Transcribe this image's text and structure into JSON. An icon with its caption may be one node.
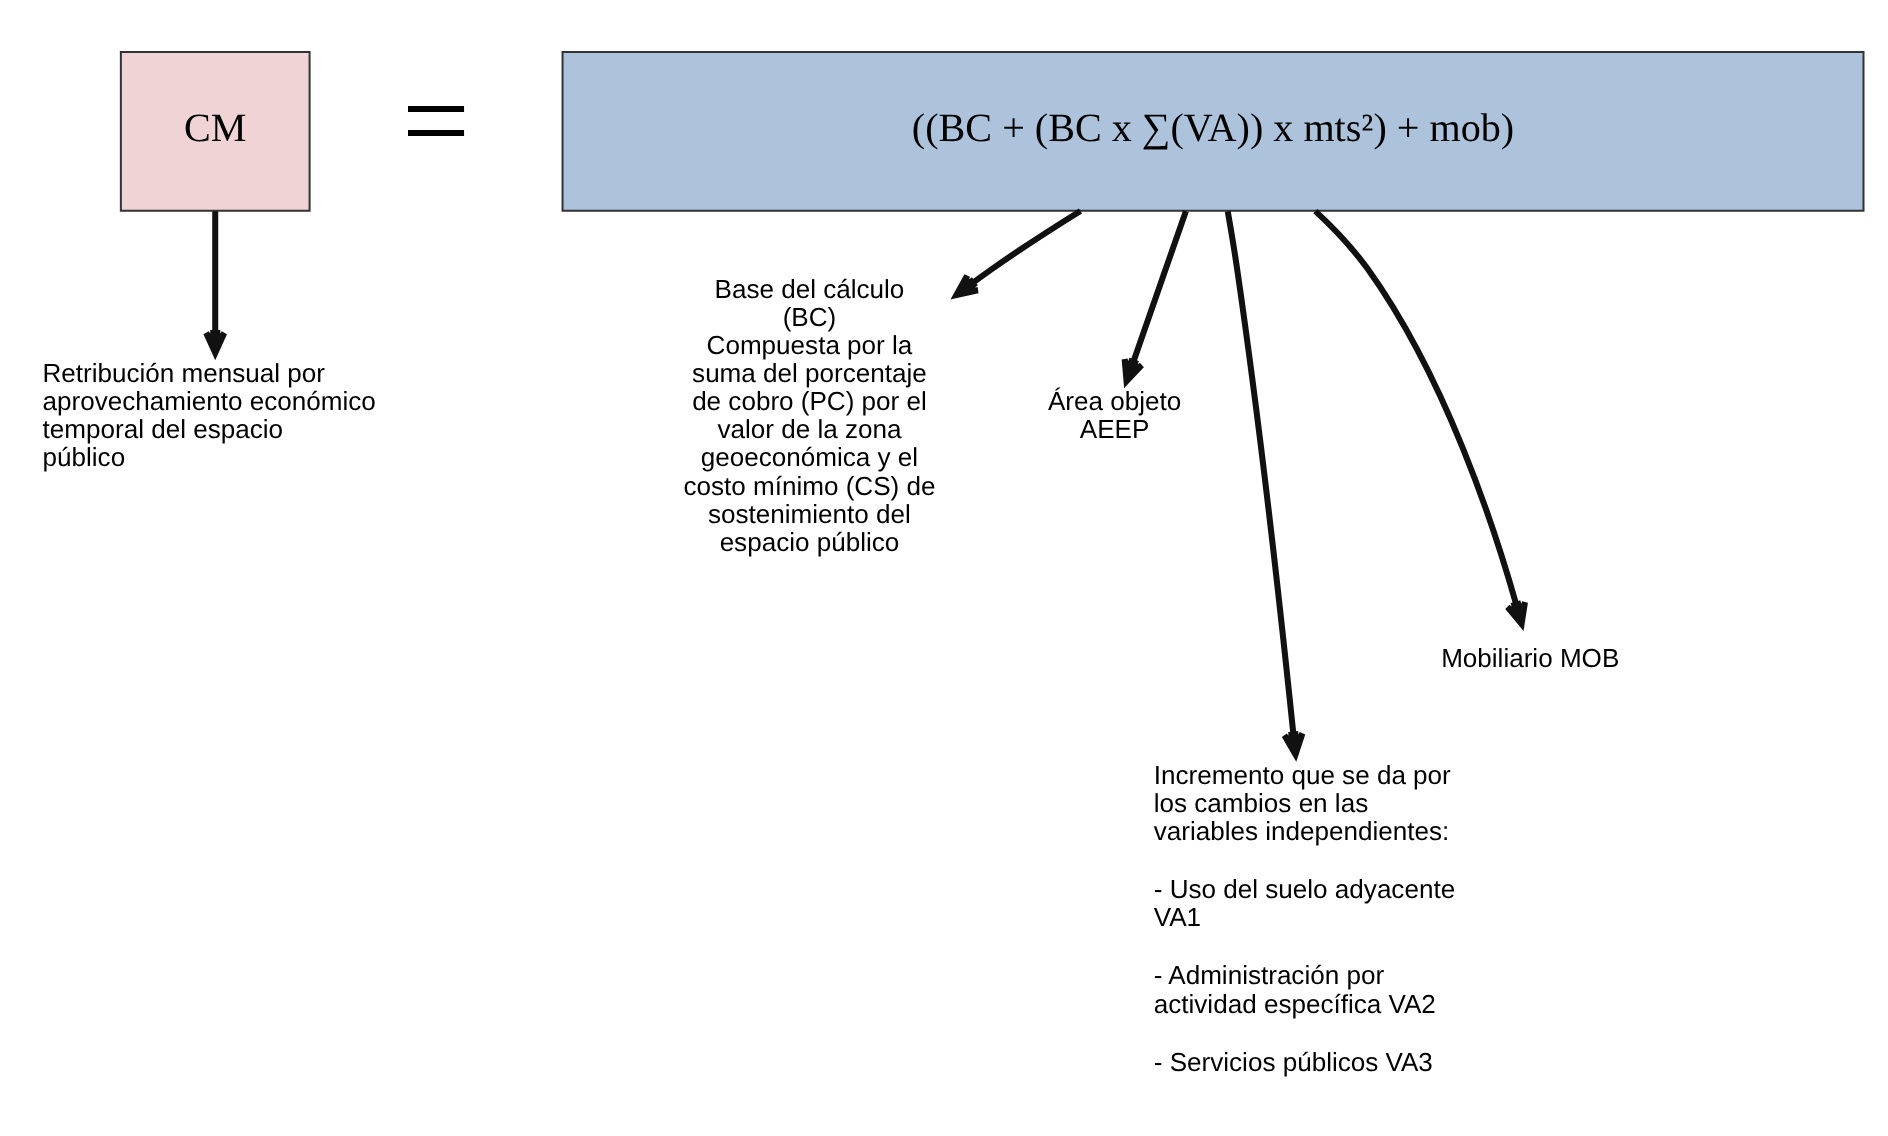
{
  "diagram": {
    "nodes": [
      {
        "text": [
          "CM"
        ]
      },
      {
        "text": [
          "((BC + (BC x ∑(VA)) x mts²) + mob)"
        ]
      },
      {
        "text": [
          "Retribución mensual por aprovechamiento económico temporal del espacio público"
        ]
      },
      {
        "text": [
          "Base del cálculo (BC)",
          "Compuesta por la suma del porcentaje de cobro (PC) por el valor de la zona geoeconómica y el costo mínimo (CS) de sostenimiento del espacio público"
        ]
      },
      {
        "text": [
          "Área objeto AEEP"
        ]
      },
      {
        "text": [
          "Incremento que se da por los cambios en las variables independientes:",
          "- Uso del suelo adyacente VA1",
          "- Administración por actividad específica VA2",
          "- Servicios públicos VA3"
        ]
      },
      {
        "text": [
          "Mobiliario MOB"
        ]
      }
    ],
    "edges": [
      {
        "from": 0,
        "to": 2,
        "arrow": "to"
      },
      {
        "from": 1,
        "to": 3,
        "arrow": "to"
      },
      {
        "from": 1,
        "to": 5,
        "arrow": "to"
      },
      {
        "from": 1,
        "to": 4,
        "arrow": "to"
      },
      {
        "from": 1,
        "to": 6,
        "arrow": "to"
      }
    ],
    "labels": [
      "="
    ]
  }
}
